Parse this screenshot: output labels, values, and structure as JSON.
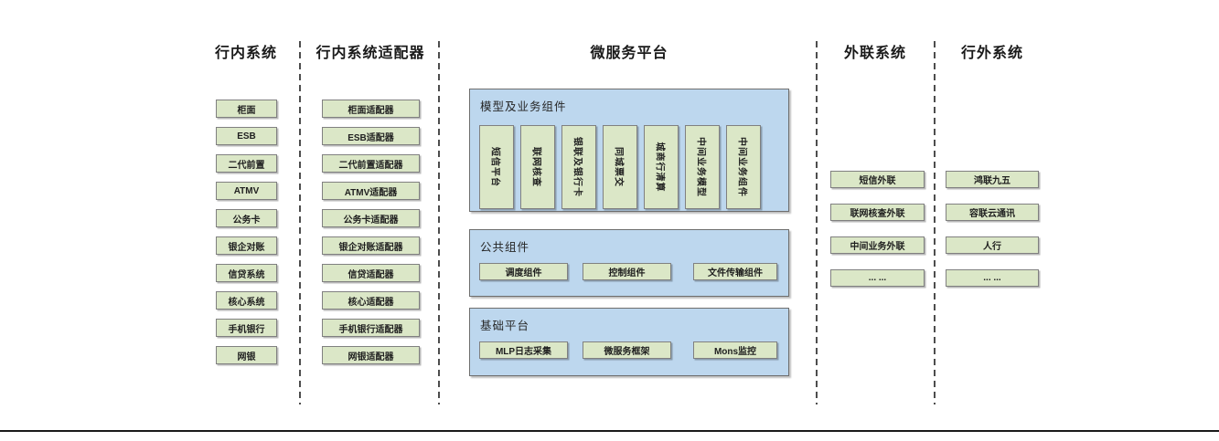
{
  "diagram": {
    "columns": {
      "internal": {
        "title": "行内系统",
        "items": [
          "柜面",
          "ESB",
          "二代前置",
          "ATMV",
          "公务卡",
          "银企对账",
          "信贷系统",
          "核心系统",
          "手机银行",
          "网银"
        ]
      },
      "adapters": {
        "title": "行内系统适配器",
        "items": [
          "柜面适配器",
          "ESB适配器",
          "二代前置适配器",
          "ATMV适配器",
          "公务卡适配器",
          "银企对账适配器",
          "信贷适配器",
          "核心适配器",
          "手机银行适配器",
          "网银适配器"
        ]
      },
      "platform": {
        "title": "微服务平台",
        "model_panel": {
          "title": "模型及业务组件",
          "items": [
            "短信平台",
            "联网核查",
            "银联及银行卡",
            "同城票交",
            "城商行清算",
            "中间业务模型",
            "中间业务组件"
          ]
        },
        "common_panel": {
          "title": "公共组件",
          "items": [
            "调度组件",
            "控制组件",
            "文件传输组件"
          ]
        },
        "base_panel": {
          "title": "基础平台",
          "items": [
            "MLP日志采集",
            "微服务框架",
            "Mons监控"
          ]
        }
      },
      "outreach": {
        "title": "外联系统",
        "items": [
          "短信外联",
          "联网核查外联",
          "中间业务外联",
          "... ..."
        ]
      },
      "external": {
        "title": "行外系统",
        "items": [
          "鸿联九五",
          "容联云通讯",
          "人行",
          "... ..."
        ]
      }
    },
    "colors": {
      "node_fill": "#dbe7c7",
      "panel_fill": "#bdd7ee",
      "node_border": "#808080",
      "separator": "#4d4d4d"
    }
  }
}
